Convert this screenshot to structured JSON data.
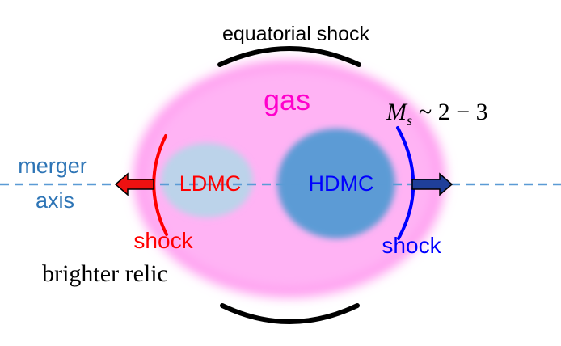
{
  "labels": {
    "equatorial_shock": "equatorial shock",
    "gas": "gas",
    "mach_symbol": "M",
    "mach_subscript": "s",
    "mach_relation": "~ 2 − 3",
    "merger": "merger",
    "axis": "axis",
    "ldmc": "LDMC",
    "hdmc": "HDMC",
    "shock_left": "shock",
    "shock_right": "shock",
    "brighter_relic": "brighter relic"
  },
  "colors": {
    "gas_halo": "#ff9ff0",
    "gas_core": "#ffb3f4",
    "gas_text": "#ff00cc",
    "ldmc_fill": "#bcd3ea",
    "hdmc_fill": "#5b9bd5",
    "axis_dash": "#5b9bd5",
    "axis_text": "#2e75b6",
    "left_shock": "#ff0000",
    "right_shock": "#0000ff",
    "left_arrow": "#ee1111",
    "right_arrow": "#1f3f9a",
    "equatorial_arc": "#000000"
  },
  "icons": {
    "left_arrow": "arrow-left-icon",
    "right_arrow": "arrow-right-icon"
  }
}
